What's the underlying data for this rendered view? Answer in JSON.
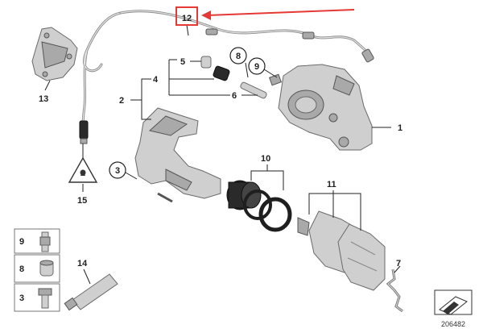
{
  "labels": {
    "l1": "1",
    "l2": "2",
    "l3": "3",
    "l4": "4",
    "l5": "5",
    "l6": "6",
    "l7": "7",
    "l8": "8",
    "l9": "9",
    "l10": "10",
    "l11": "11",
    "l12": "12",
    "l13": "13",
    "l14": "14",
    "l15": "15",
    "side9": "9",
    "side8": "8",
    "side3": "3"
  },
  "diagram_id": "206482",
  "colors": {
    "highlight": "#e53935",
    "line": "#222222",
    "part_fill": "#cfcfcf",
    "part_dark": "#2a2a2a"
  }
}
